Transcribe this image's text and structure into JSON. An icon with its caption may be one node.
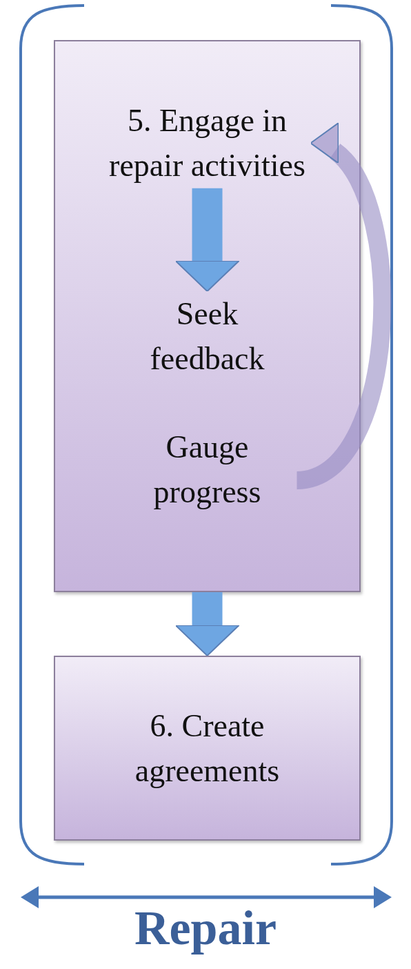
{
  "diagram": {
    "nodes": [
      {
        "text": [],
        "shape": "box"
      },
      {
        "text": [
          "5. Engage in repair activities"
        ],
        "in": 0
      },
      {
        "text": [
          "Seek feedback"
        ],
        "in": 0
      },
      {
        "text": [
          "Gauge progress"
        ],
        "in": 0
      },
      {
        "text": [
          "6. Create agreements"
        ]
      }
    ],
    "edges": [
      {
        "from": 1,
        "to": 2,
        "arrow": "to"
      },
      {
        "from": 3,
        "to": 1,
        "arrow": "to"
      },
      {
        "from": 0,
        "to": 4,
        "arrow": "to"
      }
    ],
    "labels": [
      "Repair"
    ]
  }
}
